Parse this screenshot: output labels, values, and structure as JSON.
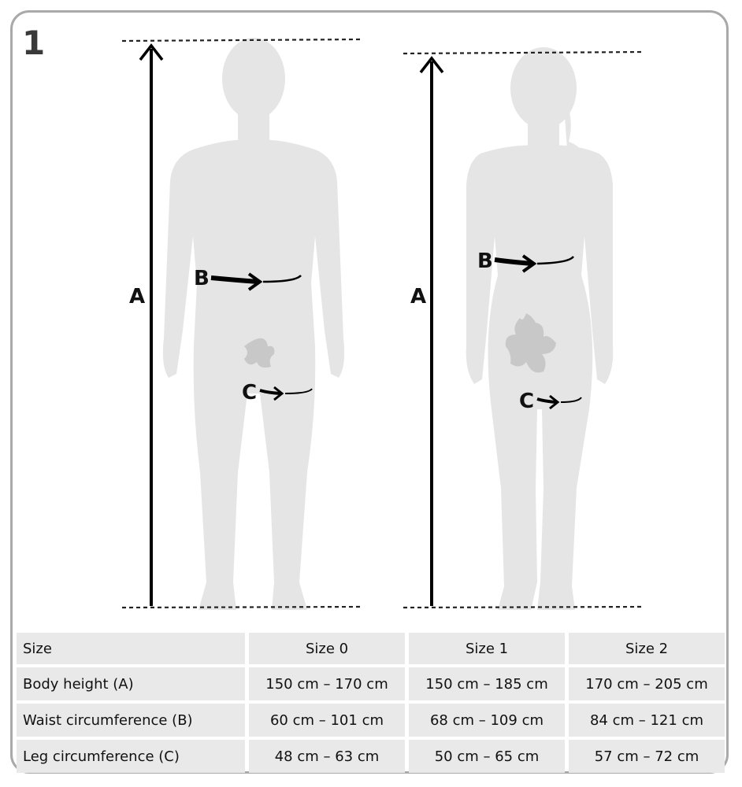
{
  "figure": {
    "number": "1",
    "labels": {
      "height": "A",
      "waist": "B",
      "leg": "C"
    }
  },
  "table": {
    "header": [
      "Size",
      "Size 0",
      "Size 1",
      "Size 2"
    ],
    "rows": [
      [
        "Body height (A)",
        "150 cm – 170 cm",
        "150 cm – 185 cm",
        "170 cm – 205 cm"
      ],
      [
        "Waist circumference (B)",
        "60 cm – 101 cm",
        "68 cm – 109 cm",
        "84 cm – 121 cm"
      ],
      [
        "Leg circumference (C)",
        "48 cm – 63 cm",
        "50 cm – 65 cm",
        "57 cm – 72 cm"
      ]
    ]
  },
  "colors": {
    "silhouette": "#e4e4e4",
    "frame": "#a9a9a9",
    "cell": "#e9e9e9"
  }
}
